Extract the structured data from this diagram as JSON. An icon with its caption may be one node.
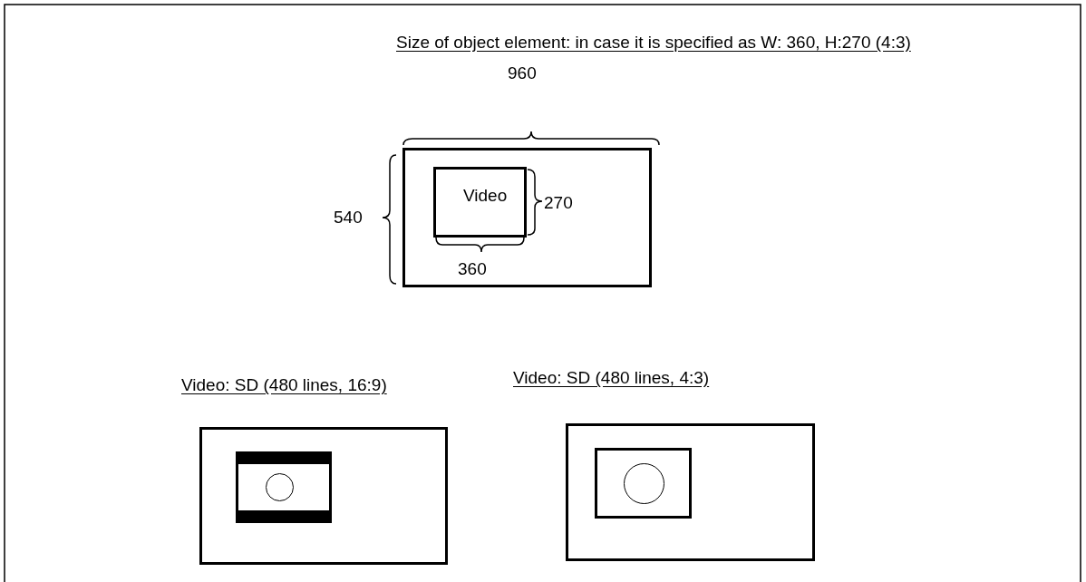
{
  "diagram": {
    "title": "Size of object element: in case it is specified as W: 360, H:270 (4:3)",
    "nodes": [
      {
        "text": [],
        "shape": "box"
      },
      {
        "text": [
          "Video"
        ],
        "in": 0
      },
      {
        "text": [],
        "shape": "box"
      },
      {
        "text": [],
        "shape": "box",
        "in": 2
      },
      {
        "text": [],
        "shape": "circle",
        "in": 3
      },
      {
        "text": [],
        "shape": "box"
      },
      {
        "text": [],
        "shape": "box",
        "in": 5
      },
      {
        "text": [],
        "shape": "circle",
        "in": 6
      }
    ],
    "edges": [],
    "labels": [
      "960",
      "540",
      "270",
      "360",
      "Video: SD (480 lines, 16:9)",
      "Video: SD (480 lines, 4:3)"
    ]
  }
}
